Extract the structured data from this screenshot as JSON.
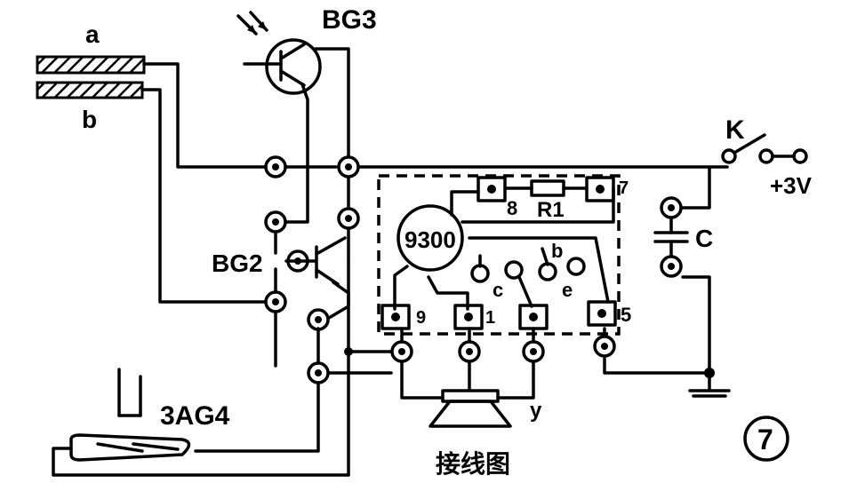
{
  "labels": {
    "plate_a": "a",
    "plate_b": "b",
    "bg3": "BG3",
    "bg2": "BG2",
    "k": "K",
    "plus3v": "+3V",
    "c_cap": "C",
    "chip": "9300",
    "pin8": "8",
    "r1": "R1",
    "pin7": "7",
    "pin_b": "b",
    "pin_c": "c",
    "pin_e": "e",
    "pin9": "9",
    "pin1": "1",
    "pin5": "5",
    "y": "y",
    "diode": "3AG4",
    "caption": "接线图",
    "fig_no": "7"
  }
}
